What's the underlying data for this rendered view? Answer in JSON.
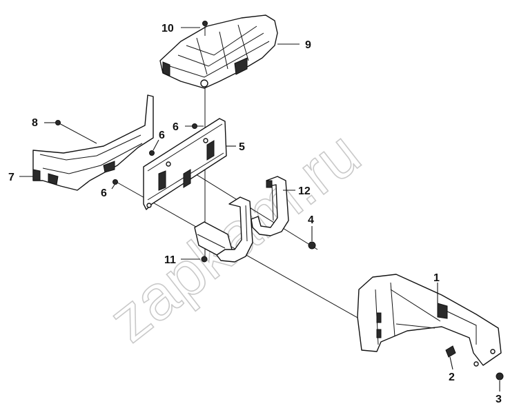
{
  "watermark": "zapkam.ru",
  "callouts": {
    "c1": "1",
    "c2": "2",
    "c3": "3",
    "c4": "4",
    "c5": "5",
    "c6a": "6",
    "c6b": "6",
    "c6c": "6",
    "c7": "7",
    "c8": "8",
    "c9": "9",
    "c10": "10",
    "c11": "11",
    "c12": "12"
  },
  "colors": {
    "line": "#111111",
    "watermark": "#c9c9c9",
    "background": "#ffffff"
  }
}
